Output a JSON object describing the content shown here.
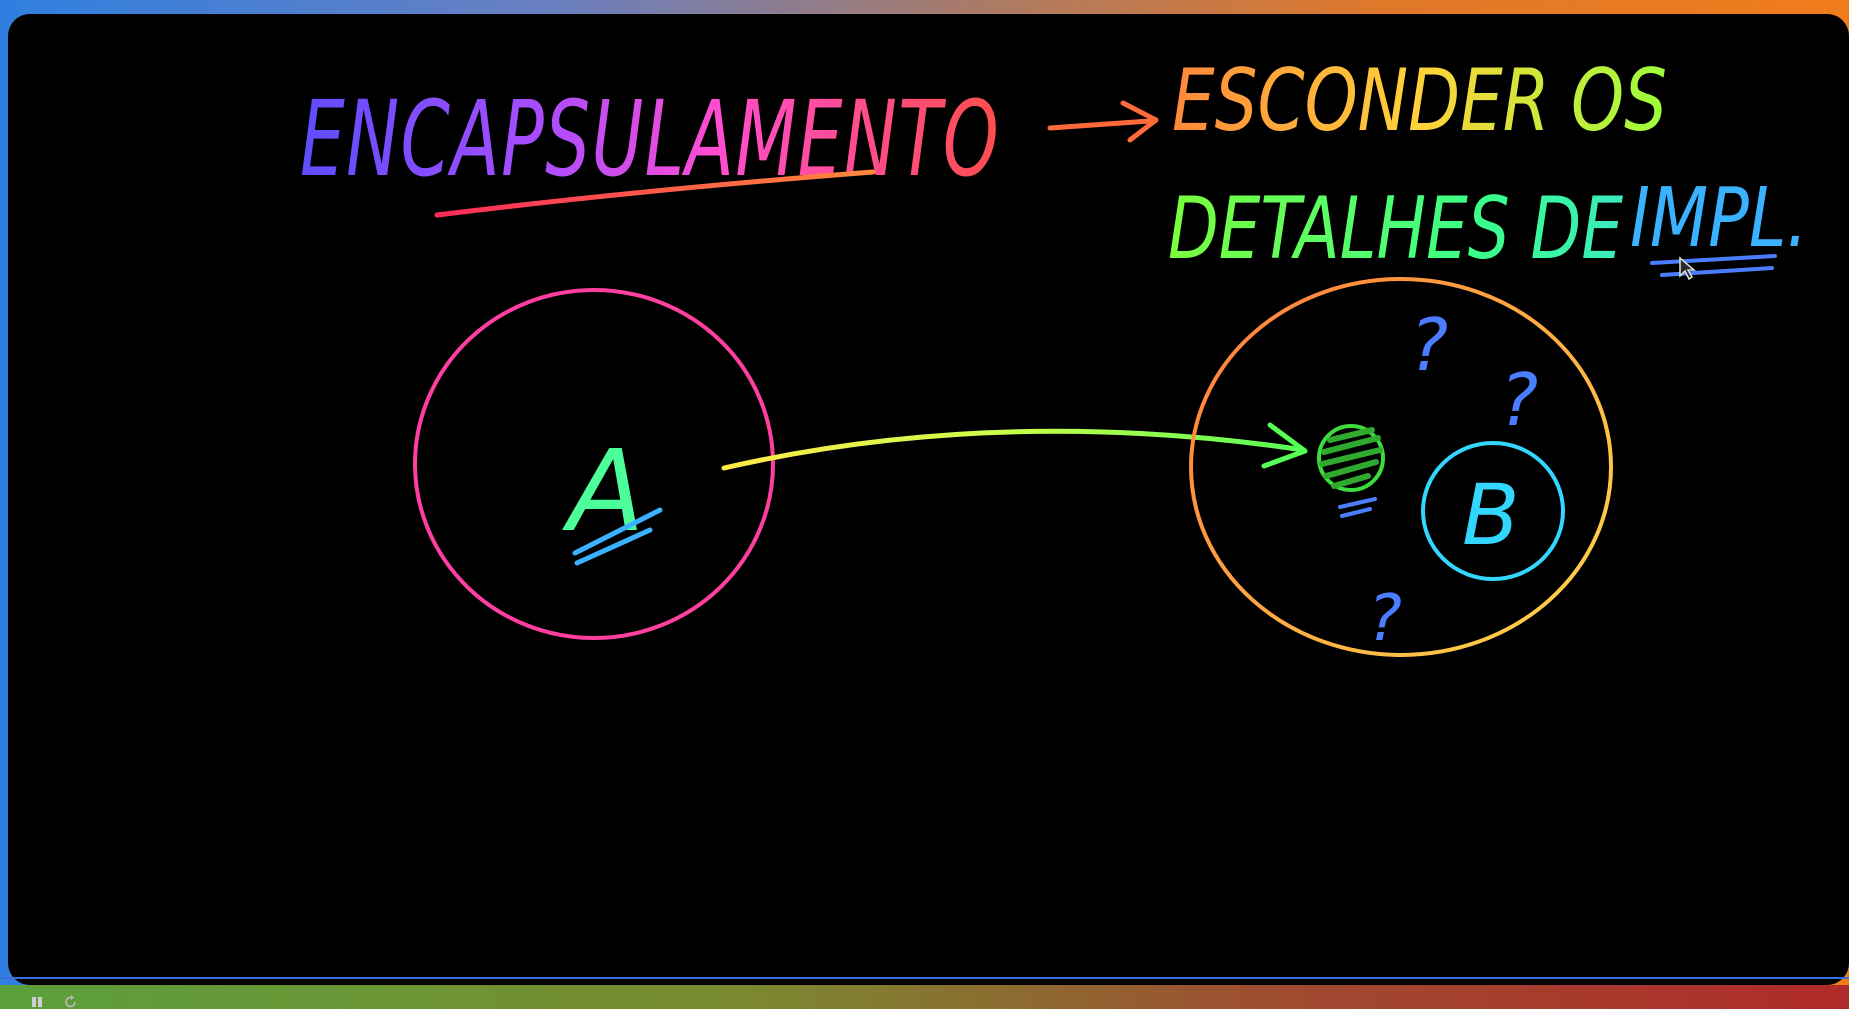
{
  "board": {
    "title_word": "ENCAPSULAMENTO",
    "definition_line1": "ESCONDER OS",
    "definition_line2_main": "DETALHES DE",
    "definition_line2_emph": "IMPL.",
    "circle_a_label": "A",
    "circle_b_label": "B",
    "question_mark": "?"
  },
  "colors": {
    "background": "#000000",
    "circle_a": "#ff3fa0",
    "circle_b_start": "#ff8a3a",
    "circle_b_end": "#ffd24a",
    "arrow_start": "#ffe94a",
    "arrow_end": "#55ff55",
    "label_a": "#4dff9a",
    "label_b": "#33d6ff",
    "question": "#4a7dff",
    "interface_dot": "#3ddc3d",
    "progress_bar": "#3a6fe0"
  },
  "player": {
    "controls": [
      "play-pause-icon",
      "replay-icon"
    ]
  }
}
